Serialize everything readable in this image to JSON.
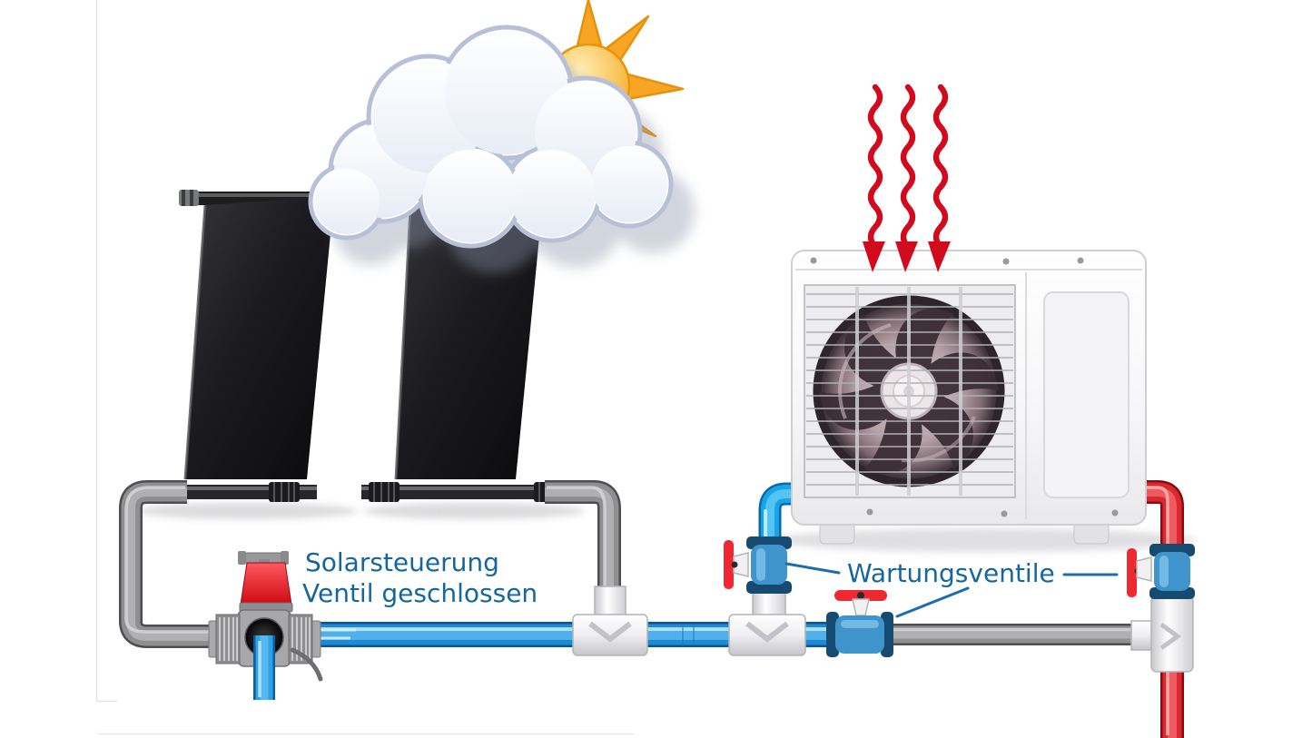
{
  "labels": {
    "solar_control_line1": "Solarsteuerung",
    "solar_control_line2": "Ventil geschlossen",
    "maintenance_valves": "Wartungsventile"
  },
  "scene": {
    "solar_panels_count": 2,
    "heat_arrows_count": 3,
    "maintenance_valves_count": 3,
    "solar_valve_state": "geschlossen"
  },
  "colors": {
    "label_text": "#15669f",
    "leader_line": "#1b6db0",
    "cold_water_pipe": "#1e8ad2",
    "hot_water_pipe": "#d82830",
    "neutral_pipe": "#8f8f92",
    "valve_body_blue": "#3f94cc",
    "valve_handle_red": "#f02832",
    "solar_valve_cap": "#e8101c",
    "heat_arrow": "#d10a1e",
    "sun": "#f7a522",
    "panel_black": "#141417"
  },
  "icons": [
    "solar-panel-icon",
    "cloud-icon",
    "sun-icon",
    "heat-pump-icon",
    "fan-icon",
    "heat-arrow-icon",
    "three-way-valve-icon",
    "ball-valve-icon"
  ]
}
